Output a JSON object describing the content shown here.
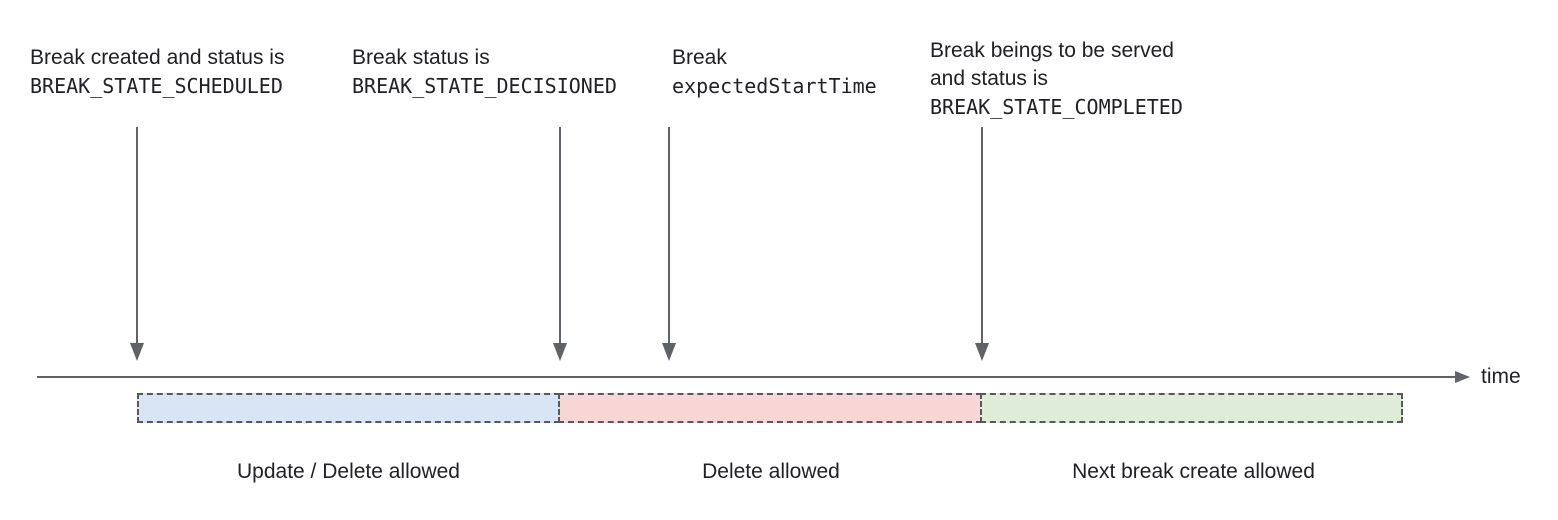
{
  "diagram": {
    "description": "Break lifecycle timeline diagram"
  },
  "annotations": [
    {
      "lines": [
        "Break created and status is"
      ],
      "code": "BREAK_STATE_SCHEDULED"
    },
    {
      "lines": [
        "Break status is"
      ],
      "code": "BREAK_STATE_DECISIONED"
    },
    {
      "lines": [
        "Break"
      ],
      "code": "expectedStartTime"
    },
    {
      "lines": [
        "Break beings to be served",
        "and status is"
      ],
      "code": "BREAK_STATE_COMPLETED"
    }
  ],
  "timeline": {
    "axis_label": "time"
  },
  "segments": [
    {
      "label": "Update / Delete allowed",
      "color": "#d7e5f5"
    },
    {
      "label": "Delete allowed",
      "color": "#f8d6d6"
    },
    {
      "label": "Next break create allowed",
      "color": "#dfecd8"
    }
  ],
  "colors": {
    "line_gray": "#5f6368",
    "dash_border": "#56585a",
    "text": "#202124",
    "background": "#ffffff"
  }
}
